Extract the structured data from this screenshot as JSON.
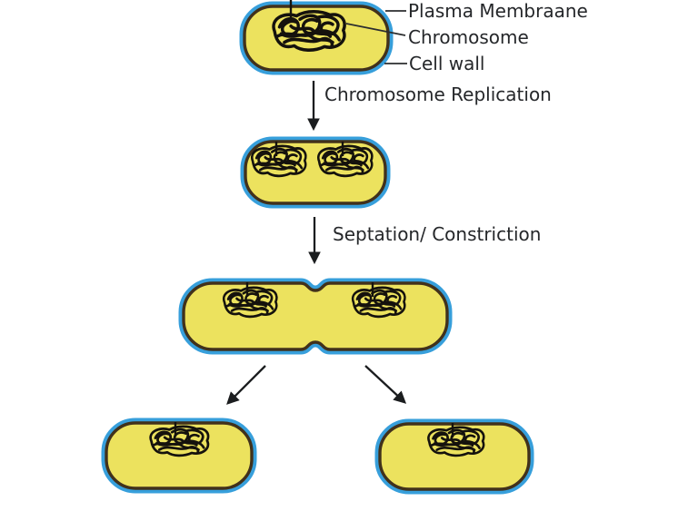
{
  "diagram": {
    "callouts": {
      "plasma_membrane": "Plasma Membraane",
      "chromosome": "Chromosome",
      "cell_wall": "Cell wall"
    },
    "steps": {
      "replication": "Chromosome Replication",
      "septation": "Septation/ Constriction"
    },
    "stages": [
      {
        "name": "parent-cell",
        "chromosomes": 1
      },
      {
        "name": "cell-after-chromosome-replication",
        "chromosomes": 2
      },
      {
        "name": "cell-during-septation-constriction",
        "chromosomes": 2
      },
      {
        "name": "daughter-cell-left",
        "chromosomes": 1
      },
      {
        "name": "daughter-cell-right",
        "chromosomes": 1
      }
    ],
    "colors": {
      "cytoplasm_yellow": "#ece25e",
      "cell_wall_blue": "#379fdb",
      "plasma_membrane_brown": "#41311b",
      "chromosome_black": "#15120d",
      "label_text": "#25272a",
      "background": "#ffffff"
    }
  }
}
